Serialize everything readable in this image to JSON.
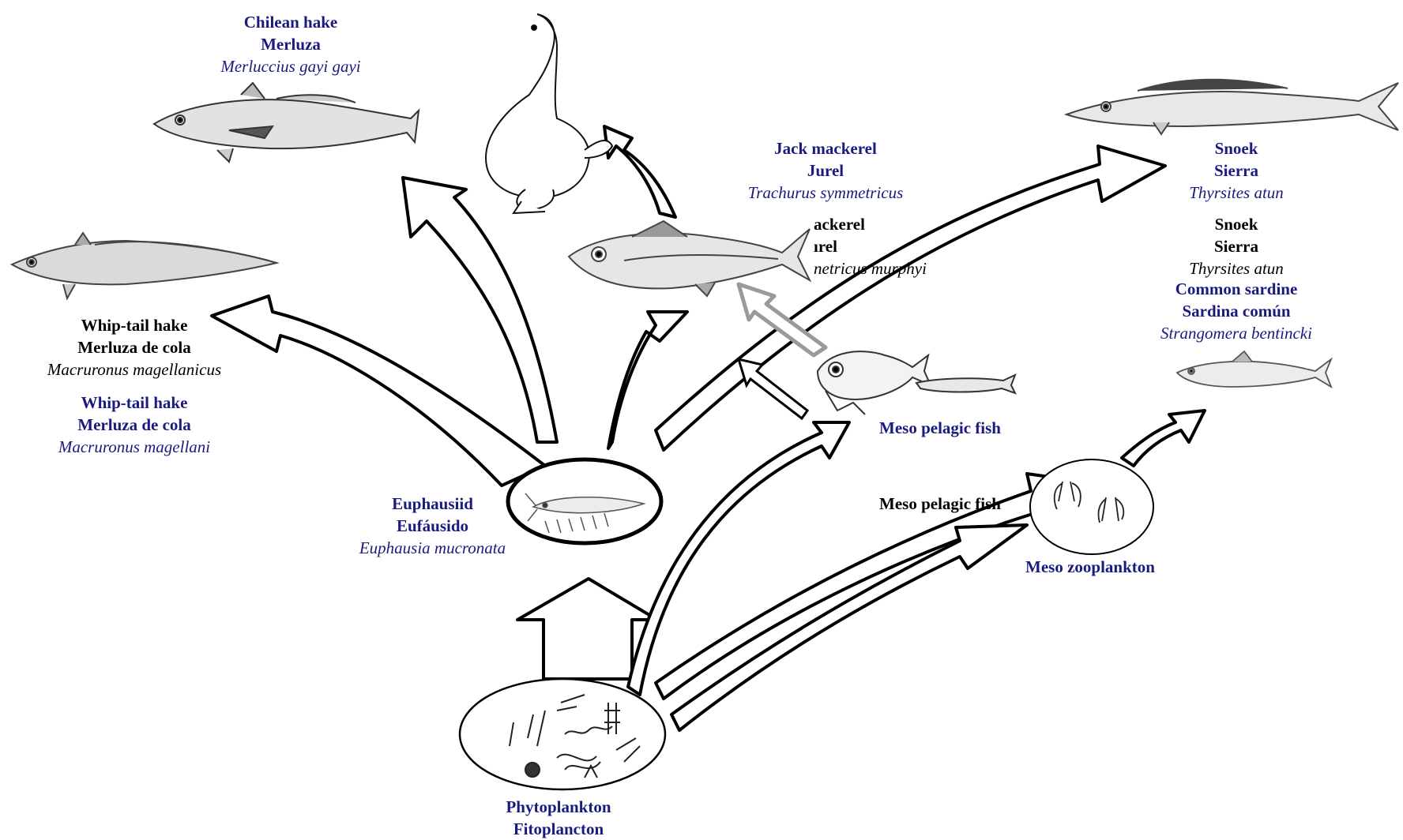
{
  "colors": {
    "label_blue": "#1a1a80",
    "label_black": "#000000",
    "arrow_stroke": "#000000",
    "arrow_fill": "#ffffff",
    "grey_arrow": "#9a9a9a"
  },
  "labels": {
    "chilean_hake": {
      "common": "Chilean hake",
      "local": "Merluza",
      "species": "Merluccius gayi gayi"
    },
    "jack_mackerel": {
      "common": "Jack mackerel",
      "local": "Jurel",
      "species": "Trachurus symmetricus"
    },
    "jack_mackerel_overlap": {
      "common": "ackerel",
      "local": "ırel",
      "species": "netricus murphyi"
    },
    "snoek_blue": {
      "common": "Snoek",
      "local": "Sierra",
      "species": "Thyrsites atun"
    },
    "snoek_black": {
      "common": "Snoek",
      "local": "Sierra",
      "species": "Thyrsites atun"
    },
    "common_sardine": {
      "common": "Common sardine",
      "local": "Sardina común",
      "species": "Strangomera bentincki"
    },
    "whiptail_black": {
      "common": "Whip-tail hake",
      "local": "Merluza de cola",
      "species": "Macruronus magellanicus"
    },
    "whiptail_blue": {
      "common": "Whip-tail hake",
      "local": "Merluza de cola",
      "species": "Macruronus magellani"
    },
    "euphausiid": {
      "common": "Euphausiid",
      "local": "Eufáusido",
      "species": "Euphausia mucronata"
    },
    "meso_pelagic_blue": {
      "name": "Meso pelagic fish"
    },
    "meso_pelagic_black": {
      "name": "Meso pelagic fish"
    },
    "meso_zooplankton": {
      "name": "Meso zooplankton"
    },
    "phytoplankton": {
      "common": "Phytoplankton",
      "local": "Fitoplancton"
    }
  },
  "icons": [
    "hake-fish-icon",
    "whiptail-fish-icon",
    "sea-lion-icon",
    "mackerel-fish-icon",
    "snoek-fish-icon",
    "sardine-fish-icon",
    "lanternfish-icon",
    "euphausiid-krill-icon",
    "zooplankton-icon",
    "phytoplankton-icon"
  ]
}
